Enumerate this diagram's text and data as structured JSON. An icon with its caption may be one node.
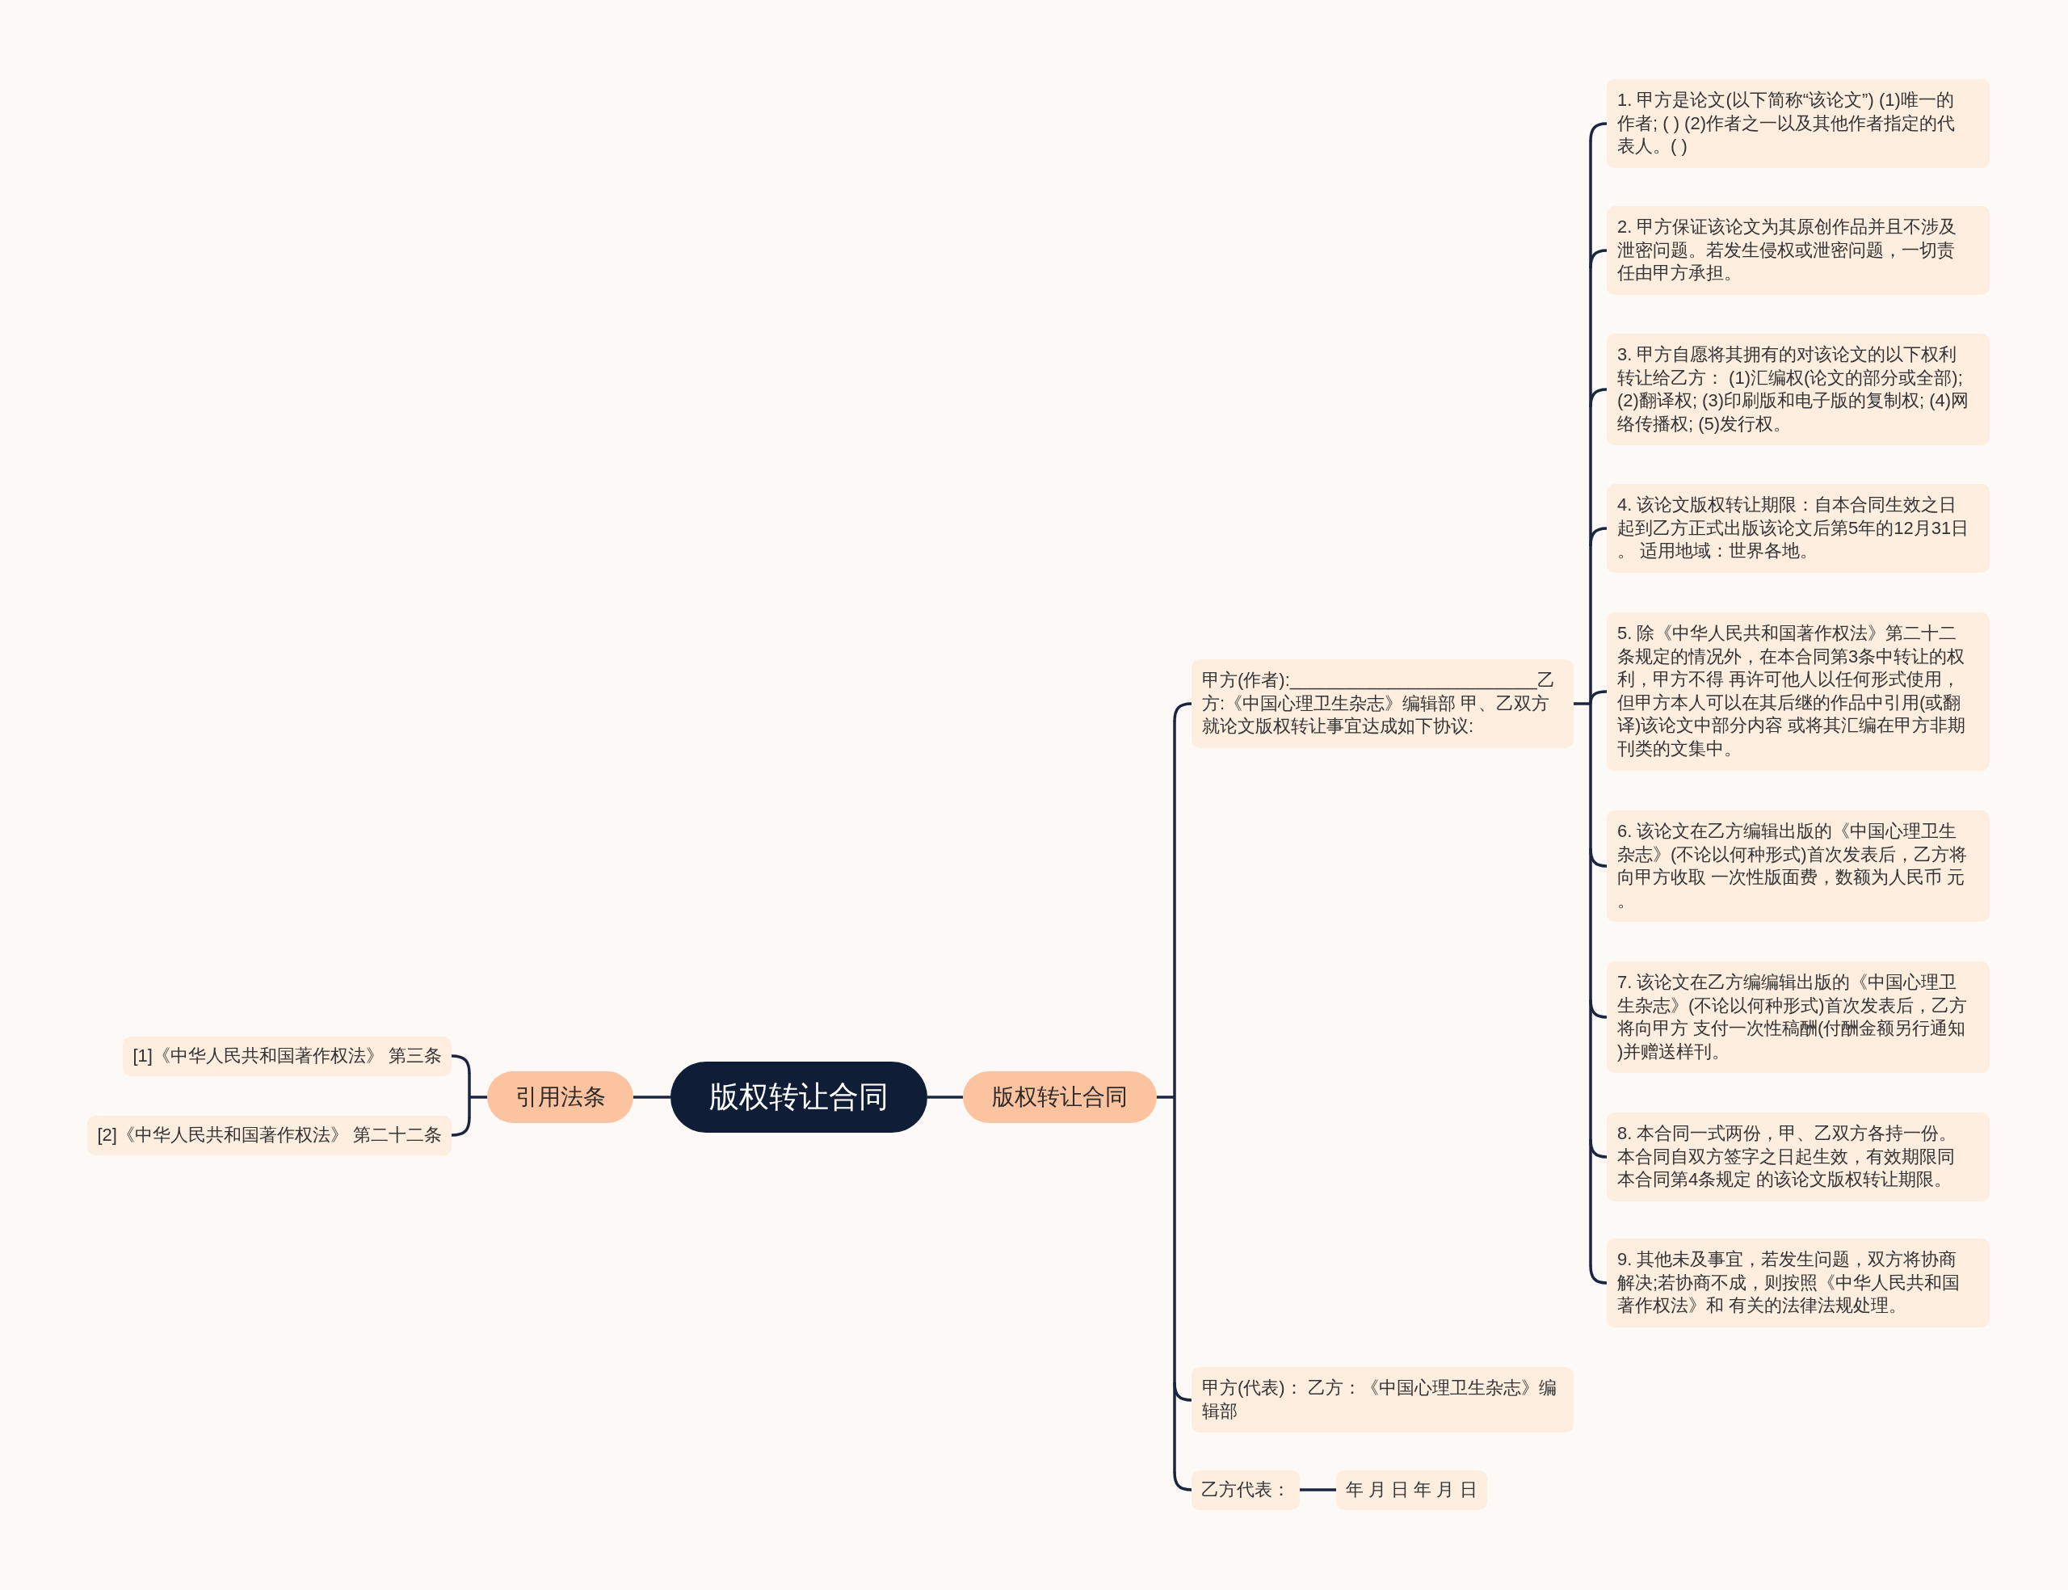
{
  "diagram": {
    "nodes": [
      {
        "text": [
          "版权转让合同"
        ]
      },
      {
        "text": [
          "引用法条"
        ]
      },
      {
        "text": [
          "[1]《中华人民共和国著作权法》 第三条"
        ]
      },
      {
        "text": [
          "[2]《中华人民共和国著作权法》 第二十二条"
        ]
      },
      {
        "text": [
          "版权转让合同"
        ]
      },
      {
        "text": [
          "甲方(作者):_________________________乙方:《中国心理卫生杂志》编辑部 甲、乙双方就论文版权转让事宜达成如下协议:"
        ]
      },
      {
        "text": [
          "1. 甲方是论文(以下简称“该论文”) (1)唯一的作者; ( ) (2)作者之一以及其他作者指定的代表人。( )"
        ]
      },
      {
        "text": [
          "2. 甲方保证该论文为其原创作品并且不涉及泄密问题。若发生侵权或泄密问题，一切责任由甲方承担。"
        ]
      },
      {
        "text": [
          "3. 甲方自愿将其拥有的对该论文的以下权利转让给乙方： (1)汇编权(论文的部分或全部); (2)翻译权; (3)印刷版和电子版的复制权; (4)网络传播权; (5)发行权。"
        ]
      },
      {
        "text": [
          "4. 该论文版权转让期限：自本合同生效之日起到乙方正式出版该论文后第5年的12月31日。 适用地域：世界各地。"
        ]
      },
      {
        "text": [
          "5. 除《中华人民共和国著作权法》第二十二条规定的情况外，在本合同第3条中转让的权利，甲方不得 再许可他人以任何形式使用，但甲方本人可以在其后继的作品中引用(或翻译)该论文中部分内容 或将其汇编在甲方非期刊类的文集中。"
        ]
      },
      {
        "text": [
          "6. 该论文在乙方编辑出版的《中国心理卫生杂志》(不论以何种形式)首次发表后，乙方将向甲方收取 一次性版面费，数额为人民币 元。"
        ]
      },
      {
        "text": [
          "7. 该论文在乙方编编辑出版的《中国心理卫生杂志》(不论以何种形式)首次发表后，乙方将向甲方 支付一次性稿酬(付酬金额另行通知)并赠送样刊。"
        ]
      },
      {
        "text": [
          "8. 本合同一式两份，甲、乙双方各持一份。本合同自双方签字之日起生效，有效期限同本合同第4条规定 的该论文版权转让期限。"
        ]
      },
      {
        "text": [
          "9. 其他未及事宜，若发生问题，双方将协商解决;若协商不成，则按照《中华人民共和国著作权法》和 有关的法律法规处理。"
        ]
      },
      {
        "text": [
          "甲方(代表)： 乙方：《中国心理卫生杂志》编辑部"
        ]
      },
      {
        "text": [
          "乙方代表："
        ]
      },
      {
        "text": [
          "年 月 日 年 月 日"
        ]
      }
    ],
    "edges": [
      {
        "from": 0,
        "to": 1,
        "arrow": "none"
      },
      {
        "from": 1,
        "to": 2,
        "arrow": "none"
      },
      {
        "from": 1,
        "to": 3,
        "arrow": "none"
      },
      {
        "from": 0,
        "to": 4,
        "arrow": "none"
      },
      {
        "from": 4,
        "to": 5,
        "arrow": "none"
      },
      {
        "from": 4,
        "to": 15,
        "arrow": "none"
      },
      {
        "from": 4,
        "to": 16,
        "arrow": "none"
      },
      {
        "from": 5,
        "to": 6,
        "arrow": "none"
      },
      {
        "from": 5,
        "to": 7,
        "arrow": "none"
      },
      {
        "from": 5,
        "to": 8,
        "arrow": "none"
      },
      {
        "from": 5,
        "to": 9,
        "arrow": "none"
      },
      {
        "from": 5,
        "to": 10,
        "arrow": "none"
      },
      {
        "from": 5,
        "to": 11,
        "arrow": "none"
      },
      {
        "from": 5,
        "to": 12,
        "arrow": "none"
      },
      {
        "from": 5,
        "to": 13,
        "arrow": "none"
      },
      {
        "from": 5,
        "to": 14,
        "arrow": "none"
      },
      {
        "from": 16,
        "to": 17,
        "arrow": "none"
      }
    ]
  }
}
